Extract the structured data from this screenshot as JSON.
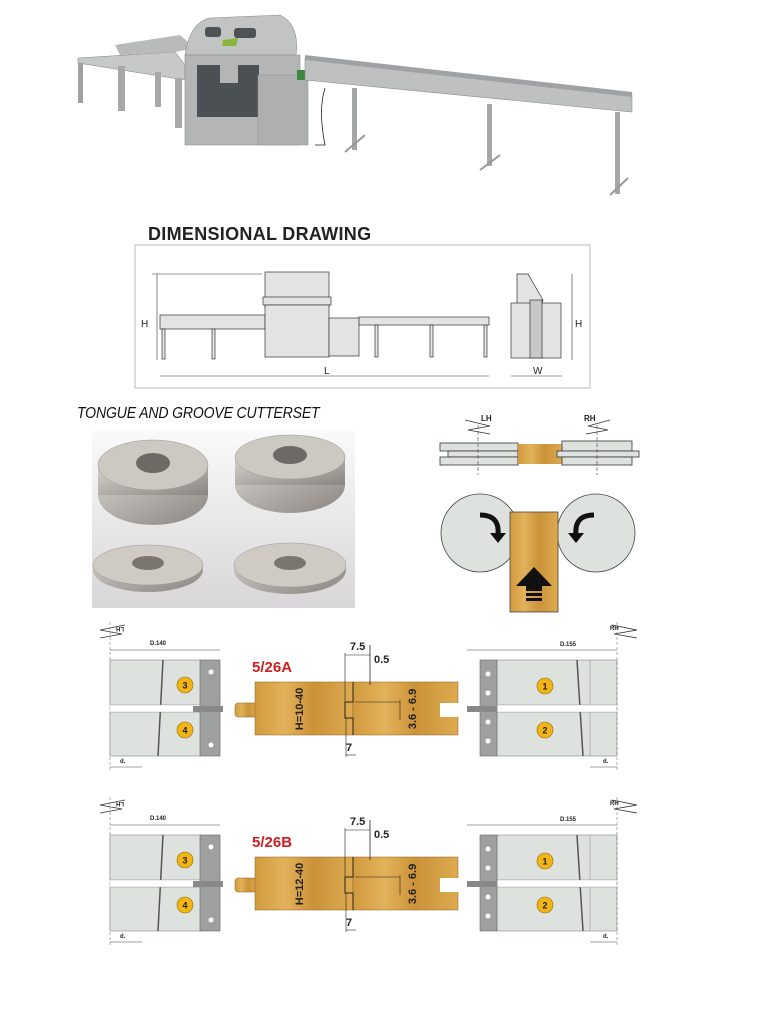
{
  "dimensional_drawing": {
    "title": "DIMENSIONAL DRAWING",
    "label_height": "H",
    "label_length": "L",
    "label_width": "W",
    "label_height_side": "H"
  },
  "cutterset": {
    "title": "TONGUE AND GROOVE CUTTERSET"
  },
  "rotation_diagram": {
    "left_label": "LH",
    "right_label": "RH"
  },
  "profiles": [
    {
      "code": "5/26A",
      "height_range": "H=10-40",
      "dim_top": "7.5",
      "dim_gap": "0.5",
      "dim_depth": "3.6 - 6.9",
      "dim_bottom": "7",
      "left_diameter": "D.140",
      "right_diameter": "D.155",
      "left_d": "d.",
      "right_d": "d.",
      "left_hand": "LH",
      "right_hand": "RH",
      "knives": [
        "1",
        "2",
        "3",
        "4"
      ]
    },
    {
      "code": "5/26B",
      "height_range": "H=12-40",
      "dim_top": "7.5",
      "dim_gap": "0.5",
      "dim_depth": "3.6 - 6.9",
      "dim_bottom": "7",
      "left_diameter": "D.140",
      "right_diameter": "D.155",
      "left_d": "d.",
      "right_d": "d.",
      "left_hand": "LH",
      "right_hand": "RH",
      "knives": [
        "1",
        "2",
        "3",
        "4"
      ]
    }
  ],
  "colors": {
    "profile_code": "#cc2020",
    "knife_badge": "#f2b515",
    "wood": "#d7a246",
    "cutter_gray": "#dde2de"
  }
}
